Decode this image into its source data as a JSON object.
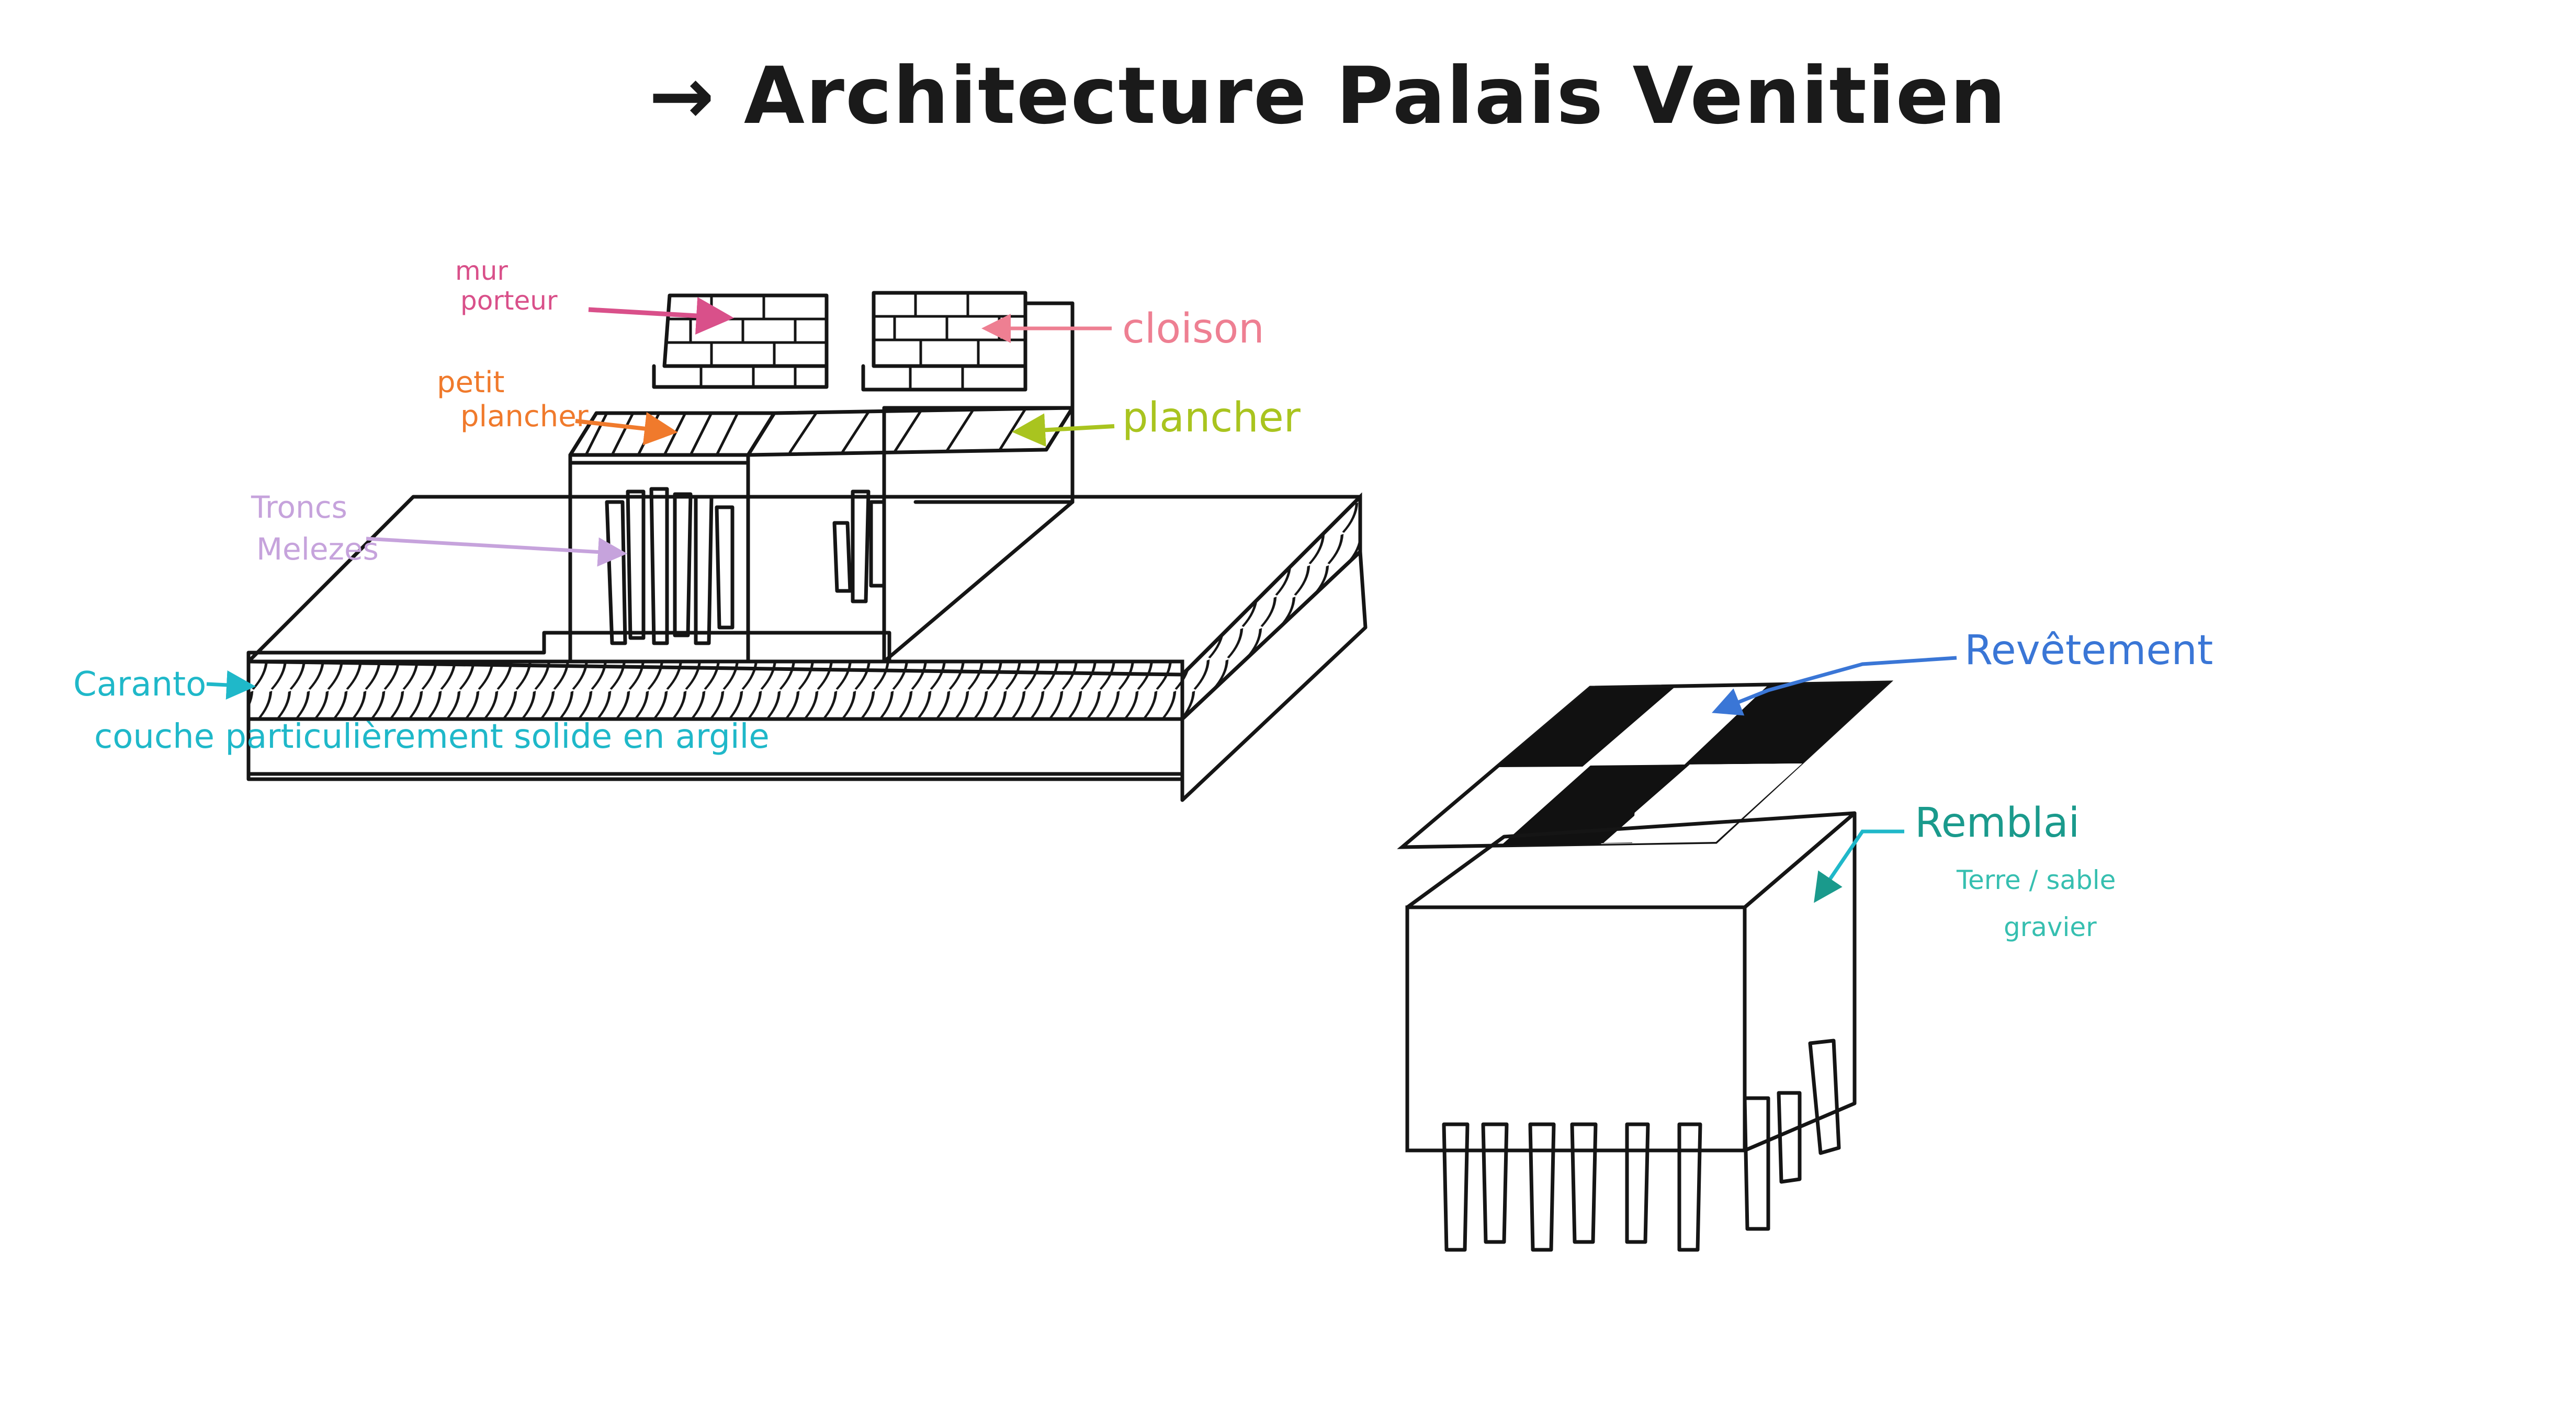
{
  "title": "→ Architecture Palais Venitien",
  "left_diagram": {
    "labels": {
      "mur_porteur_1": "mur",
      "mur_porteur_2": "porteur",
      "cloison": "cloison",
      "petit_plancher_1": "petit",
      "petit_plancher_2": "plancher",
      "plancher": "plancher",
      "troncs_1": "Troncs",
      "troncs_2": "Melezes",
      "caranto": "Caranto",
      "couche": "couche particulièrement solide en argile"
    }
  },
  "right_diagram": {
    "labels": {
      "revetement": "Revêtement",
      "remblai": "Remblai",
      "terre_1": "Terre / sable",
      "terre_2": "gravier"
    }
  },
  "colors": {
    "mur_porteur": "#d9508a",
    "cloison": "#ee7f92",
    "petit_plancher": "#f07a2c",
    "plancher": "#a9c41f",
    "troncs": "#c6a3dc",
    "caranto": "#1fb8c9",
    "revetement": "#3a76d6",
    "remblai": "#1a9a8c",
    "terre": "#36bfb0"
  }
}
